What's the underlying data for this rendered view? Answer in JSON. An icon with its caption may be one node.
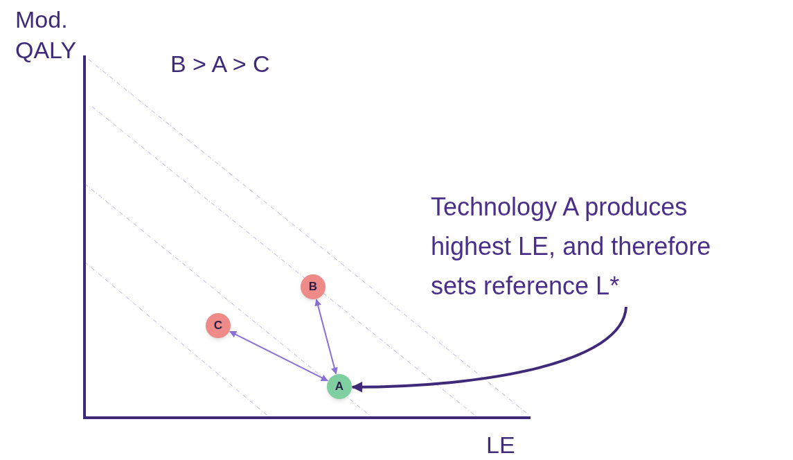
{
  "diagram": {
    "nodes": [
      {
        "text": [
          "B"
        ]
      },
      {
        "text": [
          "C"
        ]
      },
      {
        "text": [
          "A"
        ]
      },
      {
        "text": [
          "Technology A produces highest LE, and therefore sets reference L*"
        ]
      }
    ],
    "edges": [
      {
        "from": 2,
        "to": 0,
        "arrow": "both"
      },
      {
        "from": 2,
        "to": 1,
        "arrow": "both"
      },
      {
        "from": 3,
        "to": 2,
        "arrow": "to",
        "style": "thick",
        "color": "#3f2a7a"
      }
    ],
    "labels": [
      "Mod. QALY",
      "B > A > C",
      "LE"
    ]
  }
}
